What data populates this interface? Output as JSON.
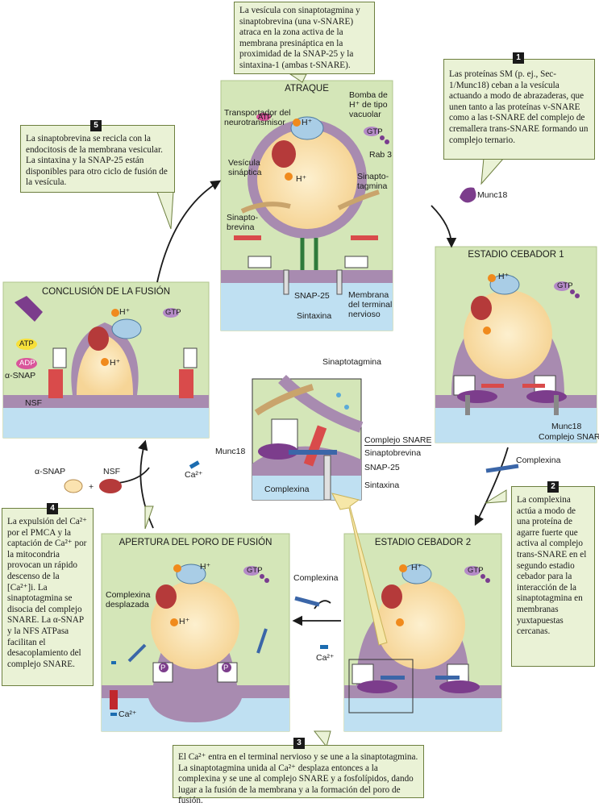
{
  "callouts": {
    "top": "La vesícula con sinaptotagmina y sinaptobrevina (una v-SNARE) atraca en la zona activa de la membrana presináptica en la proximidad de la SNAP-25 y la sintaxina-1 (ambas t-SNARE).",
    "step1_num": "1",
    "step1": "Las proteínas SM (p. ej., Sec-1/Munc18) ceban a la vesícula actuando a modo de abrazaderas, que unen tanto a las proteínas v-SNARE como a las t-SNARE del complejo de cremallera trans-SNARE formando un complejo ternario.",
    "step2_num": "2",
    "step2": "La complexina actúa a modo de una proteína de agarre fuerte que activa al complejo trans-SNARE en el segundo estadio cebador para la interacción de la sinaptotagmina en membranas yuxtapuestas cercanas.",
    "step3_num": "3",
    "step3": "El Ca²⁺ entra en el terminal nervioso y se une a la sinaptotagmina. La sinaptotagmina unida al Ca²⁺ desplaza entonces a la complexina y se une al complejo SNARE y a fosfolípidos, dando lugar a la fusión de la membrana y a la formación del poro de fusión.",
    "step4_num": "4",
    "step4": "La expulsión del Ca²⁺ por el PMCA y la captación de Ca²⁺ por la mitocondria provocan un rápido descenso de la [Ca²⁺]i. La sinaptotagmina se disocia del complejo SNARE. La α-SNAP y la NFS ATPasa facilitan el desacoplamiento del complejo SNARE.",
    "step5_num": "5",
    "step5": "La sinaptobrevina se recicla con la endocitosis de la membrana vesicular. La sintaxina y la SNAP-25 están disponibles para otro ciclo de fusión de la vesícula."
  },
  "panels": {
    "atraque": "ATRAQUE",
    "cebador1": "ESTADIO CEBADOR 1",
    "cebador2": "ESTADIO CEBADOR 2",
    "apertura": "APERTURA DEL PORO DE FUSIÓN",
    "conclusion": "CONCLUSIÓN DE LA FUSIÓN"
  },
  "labels": {
    "bomba": "Bomba de H⁺ de tipo vacuolar",
    "h_plus": "H⁺",
    "transportador": "Transportador del neurotransmisor",
    "vesicula": "Vesícula sináptica",
    "rab3": "Rab 3",
    "sinaptotagmina": "Sinapto-tagmina",
    "sinaptobrevina": "Sinapto-brevina",
    "snap25": "SNAP-25",
    "sintaxina": "Sintaxina",
    "membrana": "Membrana del terminal nervioso",
    "munc18": "Munc18",
    "complejo_snare": "Complejo SNARE",
    "complexina": "Complexina",
    "complexina_desplazada": "Complexina desplazada",
    "ca": "Ca²⁺",
    "alpha_snap": "α-SNAP",
    "nsf": "NSF",
    "plus": "+",
    "atp": "ATP",
    "adp": "ADP",
    "gtp": "GTP",
    "p": "P",
    "center_sinaptotagmina": "Sinaptotagmina",
    "center_complejo": "Complejo SNARE",
    "center_sinaptobrevina": "Sinaptobrevina",
    "center_snap25": "SNAP-25",
    "center_sintaxina": "Sintaxina",
    "center_munc18": "Munc18",
    "center_complexina": "Complexina"
  },
  "colors": {
    "callout_bg": "#eaf2d6",
    "panel_bg": "#d4e6b8",
    "cytoplasm": "#d4e6b8",
    "extracellular": "#bfe0f2",
    "membrane": "#9c7fa8",
    "vesicle_lumen": "#fbe3b0",
    "arrow": "#1a1a1a",
    "yellow_arrow": "#f6e7a8"
  }
}
